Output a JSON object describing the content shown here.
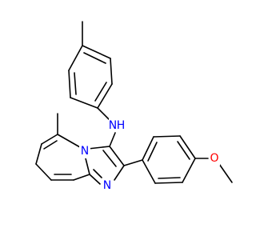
{
  "molecule": {
    "atoms": [
      {
        "id": "amine_N",
        "symbol": "N",
        "suffix": "H",
        "color": "#0000ff"
      },
      {
        "id": "bridge_N",
        "symbol": "N",
        "suffix": "",
        "color": "#0000ff"
      },
      {
        "id": "imine_N",
        "symbol": "N",
        "suffix": "",
        "color": "#0000ff"
      },
      {
        "id": "ether_O",
        "symbol": "O",
        "suffix": "",
        "color": "#ff0000"
      }
    ],
    "bond_color": "#000000"
  }
}
